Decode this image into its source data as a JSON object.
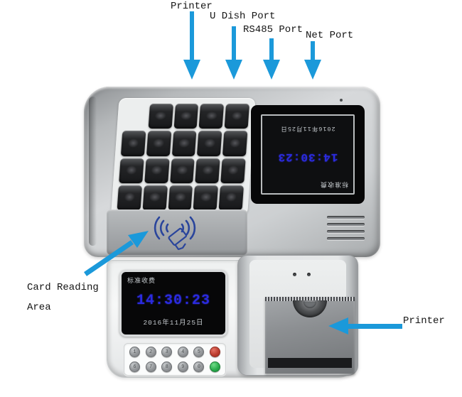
{
  "annotations": {
    "printer_top": "Printer",
    "u_dish_port": "U Dish Port",
    "rs485_port": "RS485 Port",
    "net_port": "Net Port",
    "card_reading_line1": "Card Reading",
    "card_reading_line2": "Area",
    "printer_right": "Printer"
  },
  "device": {
    "rear_display": {
      "header": "标准收费",
      "time": "14:30:23",
      "date": "2016年11月25日"
    },
    "front_display": {
      "header": "标准收费",
      "time": "14:30:23",
      "date": "2016年11月25日"
    },
    "front_keypad": {
      "row1": [
        "1",
        "2",
        "3",
        "4",
        "5"
      ],
      "row2": [
        "6",
        "7",
        "8",
        "9",
        "0"
      ]
    }
  },
  "colors": {
    "arrow_blue": "#1b99da",
    "display_time_blue": "#2a2ae0",
    "contactless_icon_blue": "#2a459c"
  }
}
